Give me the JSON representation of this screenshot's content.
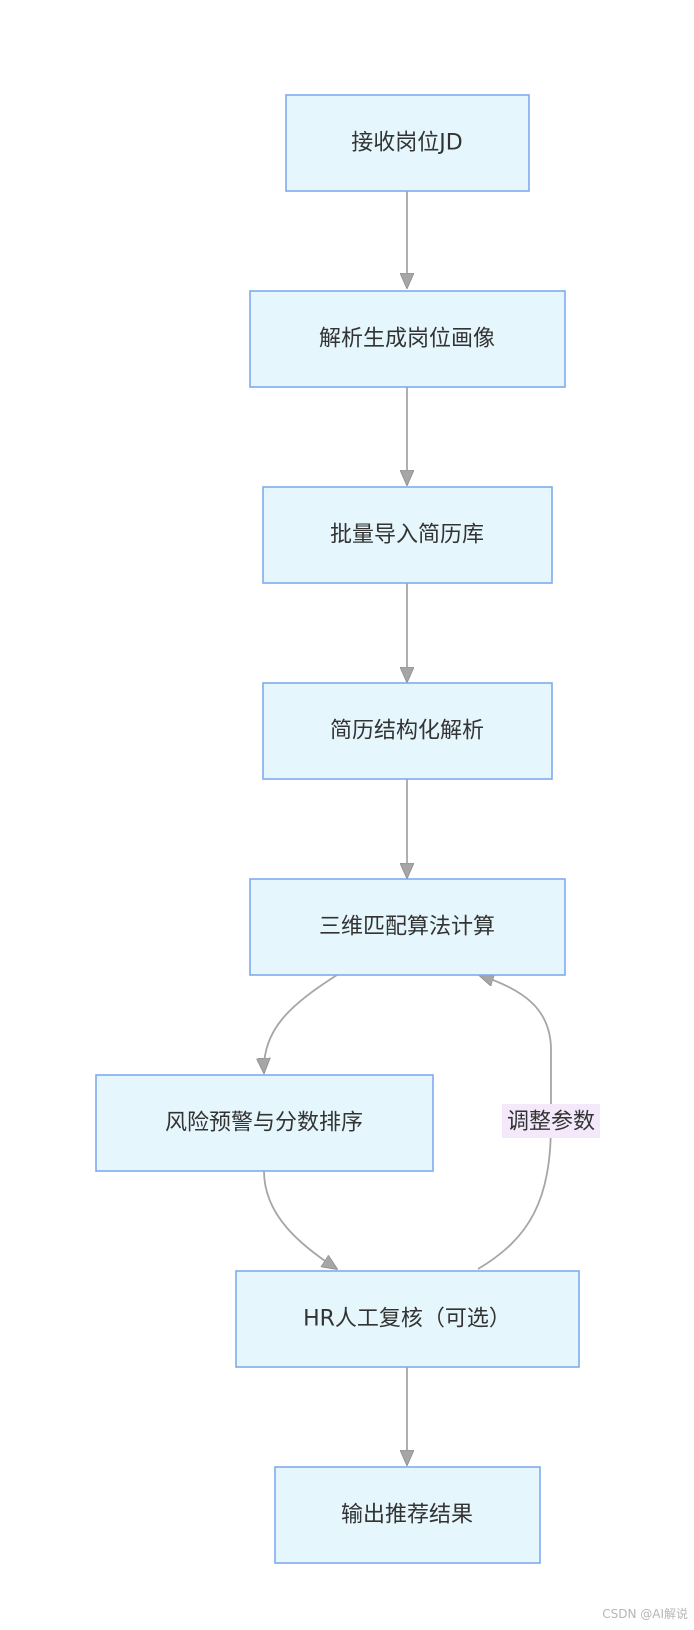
{
  "nodes": {
    "receive_jd": "接收岗位JD",
    "parse_profile": "解析生成岗位画像",
    "import_resumes": "批量导入简历库",
    "structure_resumes": "简历结构化解析",
    "match_algorithm": "三维匹配算法计算",
    "risk_ranking": "风险预警与分数排序",
    "hr_review": "HR人工复核（可选）",
    "output": "输出推荐结果"
  },
  "edges": {
    "feedback_label": "调整参数"
  },
  "colors": {
    "node_fill": "#e5f6fc",
    "node_border": "#7fabee",
    "edge": "#a6a6a6",
    "edge_label_bg": "#f4e9fb"
  },
  "watermark": "CSDN @AI解说"
}
